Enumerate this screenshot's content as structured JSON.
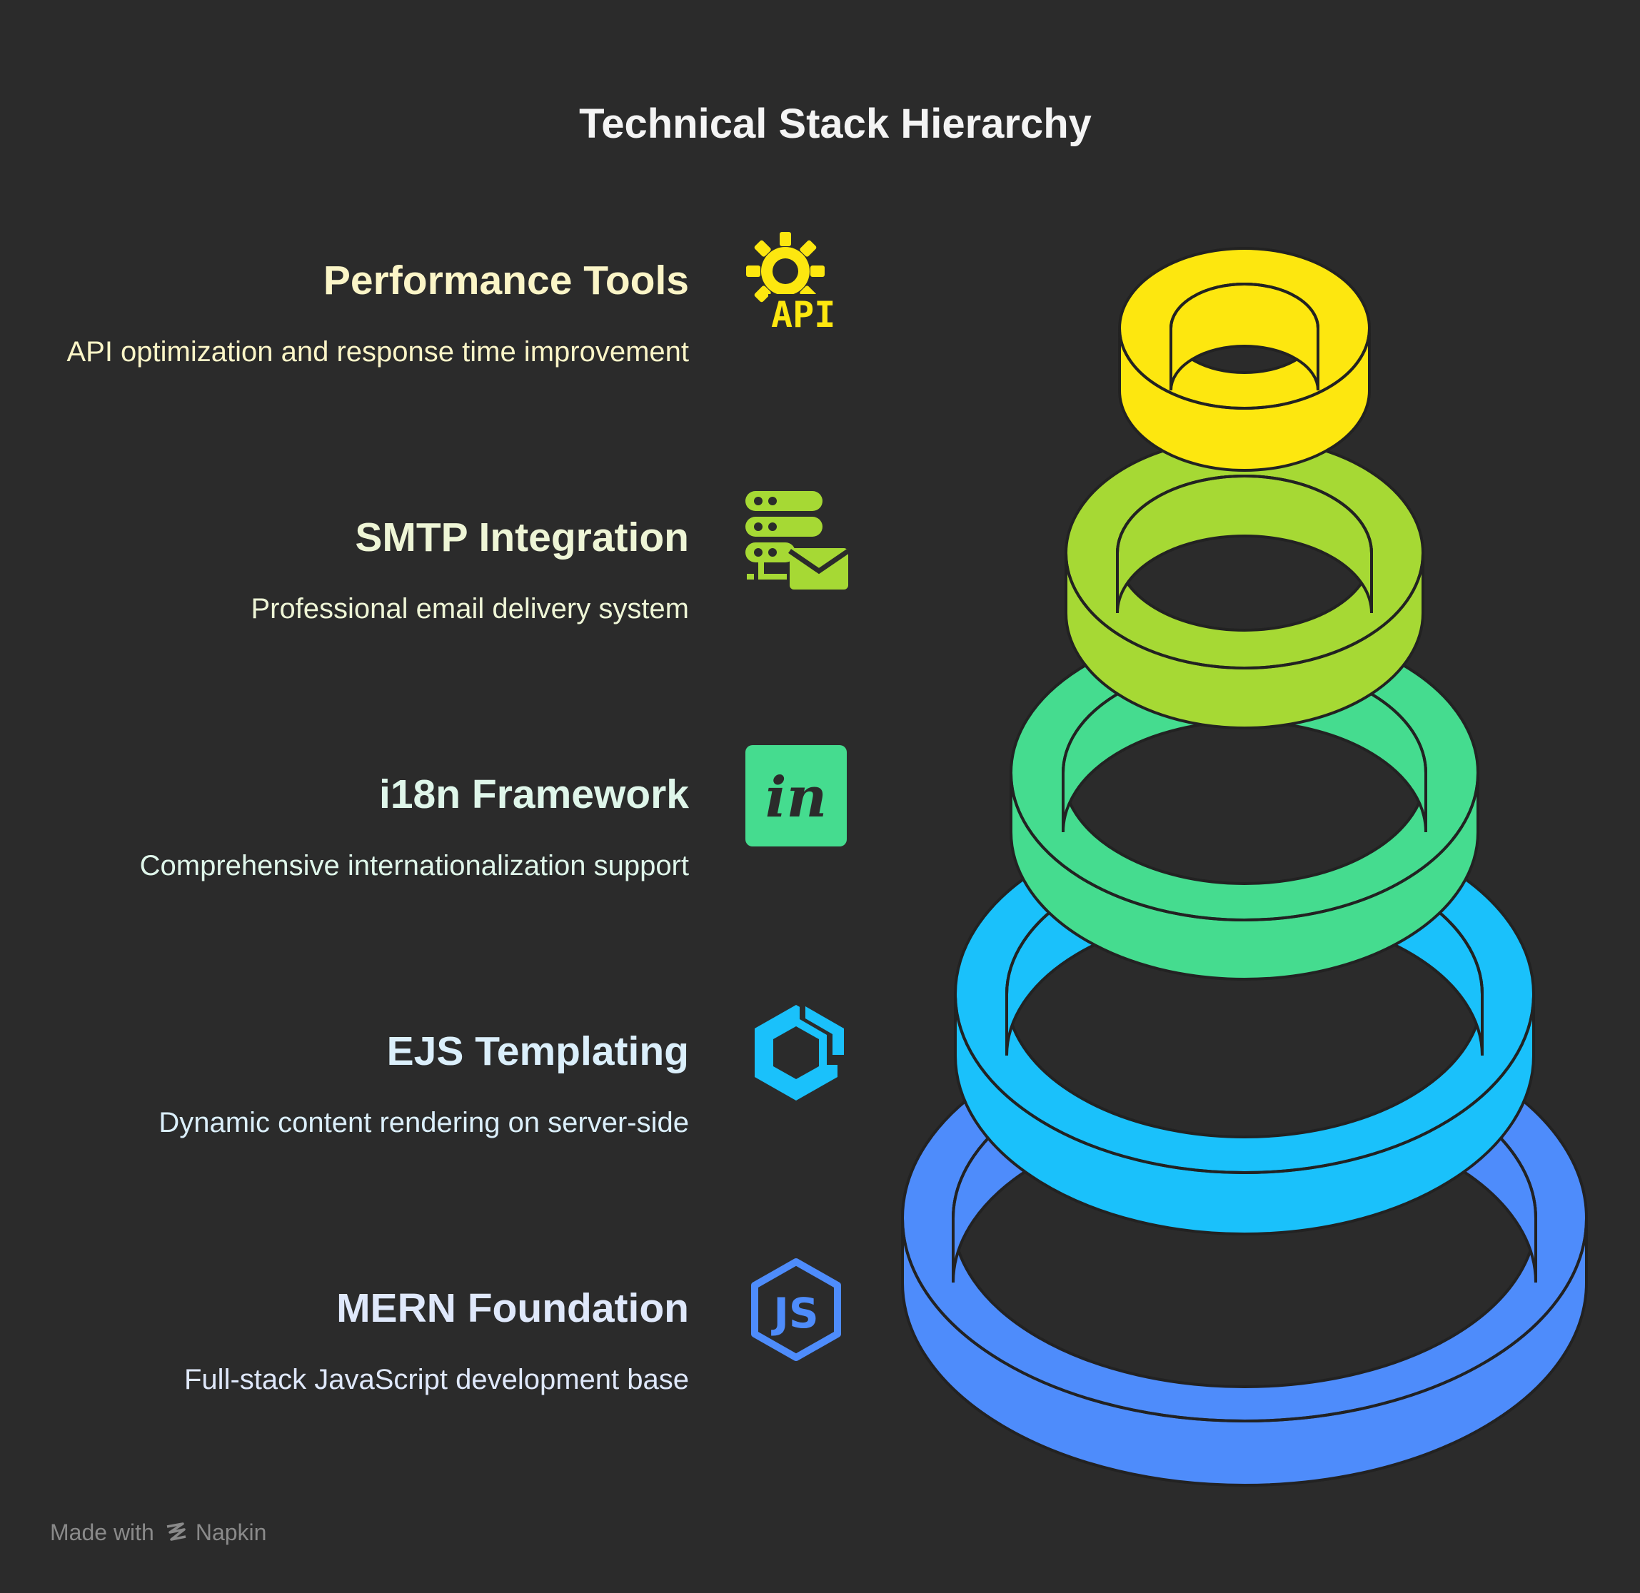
{
  "title": "Technical Stack Hierarchy",
  "items": [
    {
      "title": "Performance Tools",
      "description": "API optimization and response time improvement",
      "icon": "api-gear-icon",
      "color": "#fde70f",
      "text_color": "#fbf5c7"
    },
    {
      "title": "SMTP Integration",
      "description": "Professional email delivery system",
      "icon": "email-server-icon",
      "color": "#a6d934",
      "text_color": "#eef5d6"
    },
    {
      "title": "i18n Framework",
      "description": "Comprehensive internationalization support",
      "icon": "invision-logo-icon",
      "color": "#45dc8f",
      "text_color": "#dff6ea"
    },
    {
      "title": "EJS Templating",
      "description": "Dynamic content rendering on server-side",
      "icon": "hexagon-logo-icon",
      "color": "#1ac1fb",
      "text_color": "#dbeffb"
    },
    {
      "title": "MERN Foundation",
      "description": "Full-stack JavaScript development base",
      "icon": "nodejs-icon",
      "color": "#4e8cfb",
      "text_color": "#dfe8fb"
    }
  ],
  "watermark": {
    "prefix": "Made with",
    "brand": "Napkin"
  }
}
